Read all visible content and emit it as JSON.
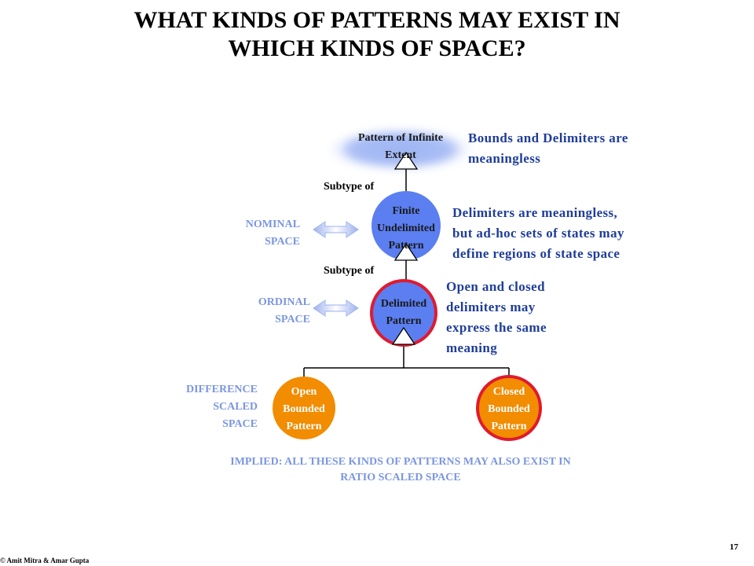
{
  "title": {
    "line1": "WHAT KINDS OF PATTERNS MAY EXIST IN",
    "line2": "WHICH KINDS OF SPACE?"
  },
  "nodes": {
    "infinite": {
      "line1": "Pattern of Infinite",
      "line2": "Extent"
    },
    "finite": {
      "line1": "Finite",
      "line2": "Undelimited",
      "line3": "Pattern"
    },
    "delimited": {
      "line1": "Delimited",
      "line2": "Pattern"
    },
    "open": {
      "line1": "Open",
      "line2": "Bounded",
      "line3": "Pattern"
    },
    "closed": {
      "line1": "Closed",
      "line2": "Bounded",
      "line3": "Pattern"
    }
  },
  "relations": {
    "subtype1": "Subtype of",
    "subtype2": "Subtype of"
  },
  "notes": {
    "infinite": {
      "line1": "Bounds and Delimiters are",
      "line2": "meaningless"
    },
    "finite": {
      "line1": "Delimiters are meaningless,",
      "line2": "but ad-hoc sets of states may",
      "line3": "define regions of state space"
    },
    "delimited": {
      "line1": "Open and closed",
      "line2": "delimiters may",
      "line3": "express the same",
      "line4": "meaning"
    }
  },
  "spaces": {
    "nominal": {
      "line1": "NOMINAL",
      "line2": "SPACE"
    },
    "ordinal": {
      "line1": "ORDINAL",
      "line2": "SPACE"
    },
    "difference": {
      "line1": "DIFFERENCE",
      "line2": "SCALED",
      "line3": "SPACE"
    }
  },
  "implied": {
    "line1": "IMPLIED: ALL THESE KINDS OF PATTERNS MAY ALSO EXIST IN",
    "line2": "RATIO SCALED SPACE"
  },
  "footer": {
    "page_number": "17",
    "copyright": "© Amit Mitra & Amar Gupta"
  },
  "colors": {
    "blue_node": "#5b7ef0",
    "orange_node": "#f28c00",
    "red_ring": "#e01a2e",
    "cloud": "#a9bdf5",
    "note_text": "#1f3d99",
    "space_text": "#7b96e0"
  }
}
